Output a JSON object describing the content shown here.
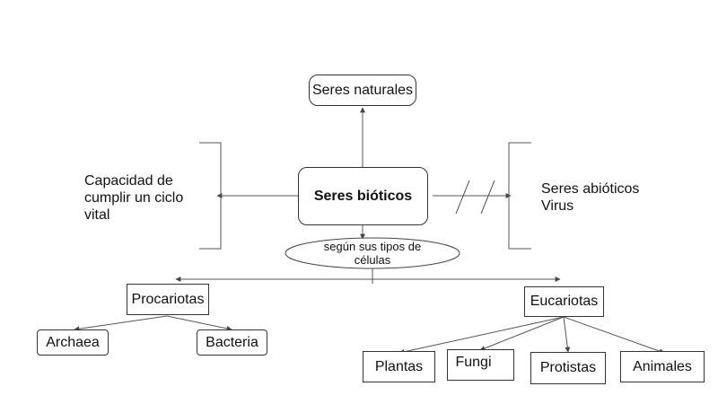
{
  "diagram": {
    "root": {
      "label": "Seres bióticos"
    },
    "top": {
      "label": "Seres naturales"
    },
    "left_note": {
      "lines": [
        "Capacidad de",
        "cumplir un ciclo",
        "vital"
      ]
    },
    "right_note": {
      "lines": [
        "Seres abióticos",
        "Virus"
      ]
    },
    "criterion": {
      "lines": [
        "según sus tipos de",
        "células"
      ]
    },
    "groups": {
      "prokaryotes": {
        "label": "Procariotas",
        "children": [
          "Archaea",
          "Bacteria"
        ]
      },
      "eukaryotes": {
        "label": "Eucariotas",
        "children": [
          "Plantas",
          "Fungi",
          "Protistas",
          "Animales"
        ]
      }
    }
  }
}
